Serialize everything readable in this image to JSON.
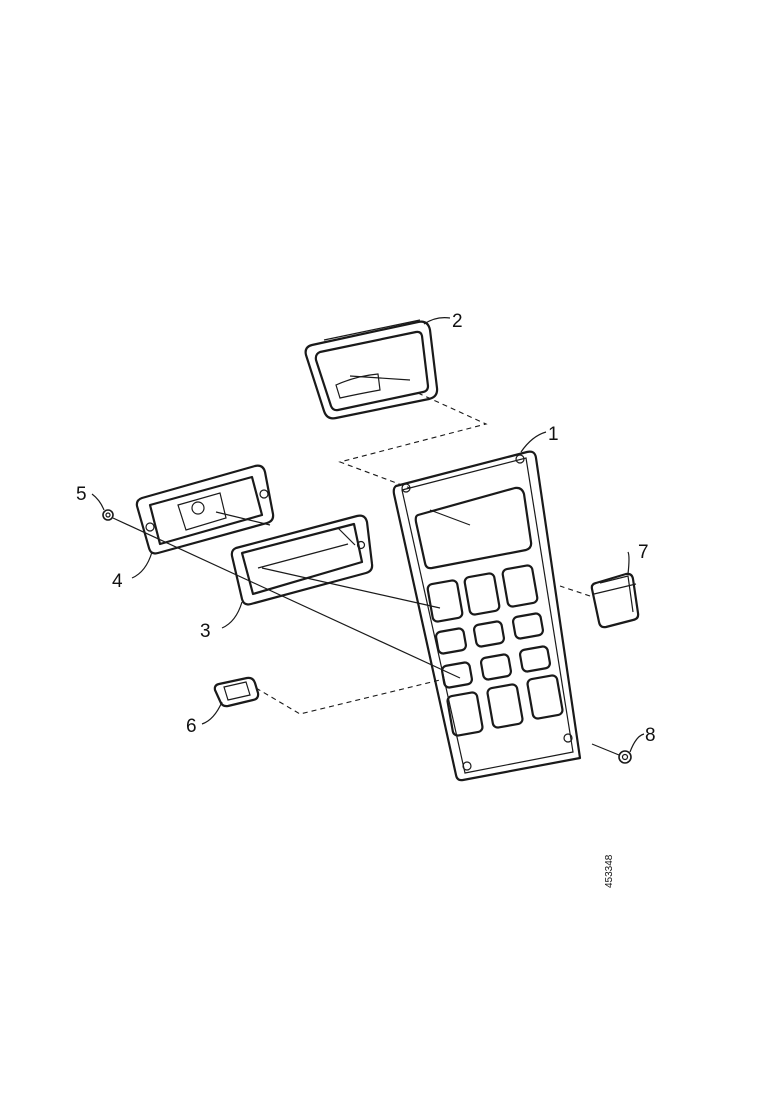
{
  "callouts": [
    {
      "id": "1",
      "label": "1"
    },
    {
      "id": "2",
      "label": "2"
    },
    {
      "id": "3",
      "label": "3"
    },
    {
      "id": "4",
      "label": "4"
    },
    {
      "id": "5",
      "label": "5"
    },
    {
      "id": "6",
      "label": "6"
    },
    {
      "id": "7",
      "label": "7"
    },
    {
      "id": "8",
      "label": "8"
    }
  ],
  "reference_number": "453348"
}
